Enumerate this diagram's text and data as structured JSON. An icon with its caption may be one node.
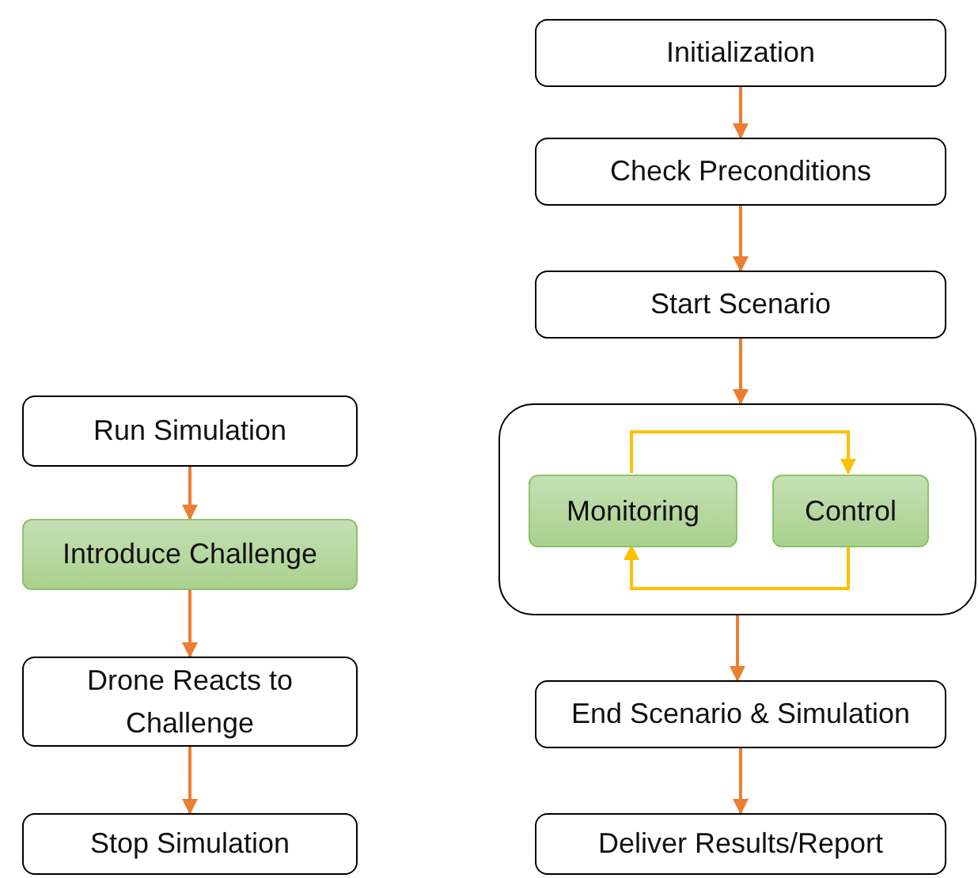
{
  "diagram": {
    "nodes": [
      {
        "text": [
          "Initialization"
        ]
      },
      {
        "text": [
          "Check Preconditions"
        ]
      },
      {
        "text": [
          "Start Scenario"
        ]
      },
      {
        "text": [],
        "shape": "box"
      },
      {
        "text": [
          "Monitoring"
        ],
        "in": 3
      },
      {
        "text": [
          "Control"
        ],
        "in": 3
      },
      {
        "text": [
          "End Scenario & Simulation"
        ]
      },
      {
        "text": [
          "Deliver Results/Report"
        ]
      },
      {
        "text": [
          "Run Simulation"
        ]
      },
      {
        "text": [
          "Introduce Challenge"
        ]
      },
      {
        "text": [
          "Drone Reacts to Challenge"
        ]
      },
      {
        "text": [
          "Stop Simulation"
        ]
      }
    ],
    "edges": [
      {
        "from": 0,
        "to": 1,
        "arrow": "to"
      },
      {
        "from": 1,
        "to": 2,
        "arrow": "to"
      },
      {
        "from": 2,
        "to": 3,
        "arrow": "to"
      },
      {
        "from": 3,
        "to": 6,
        "arrow": "to"
      },
      {
        "from": 6,
        "to": 7,
        "arrow": "to"
      },
      {
        "from": 4,
        "to": 5,
        "arrow": "to",
        "color": "#ffc000"
      },
      {
        "from": 5,
        "to": 4,
        "arrow": "to",
        "color": "#ffc000"
      },
      {
        "from": 8,
        "to": 9,
        "arrow": "to"
      },
      {
        "from": 9,
        "to": 10,
        "arrow": "to"
      },
      {
        "from": 10,
        "to": 11,
        "arrow": "to"
      }
    ]
  }
}
